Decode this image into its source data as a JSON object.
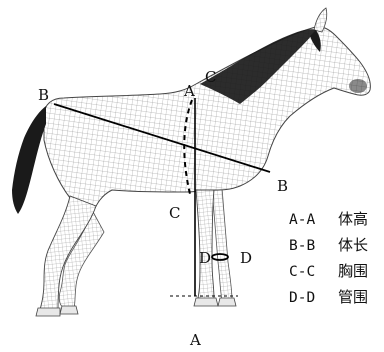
{
  "figure": {
    "labels": {
      "a_top": "A",
      "a_bottom": "A",
      "b_left": "B",
      "b_right": "B",
      "c_top": "C",
      "c_bottom": "C",
      "d_left": "D",
      "d_right": "D"
    },
    "legend": [
      {
        "code": "A-A",
        "term": "体高"
      },
      {
        "code": "B-B",
        "term": "体长"
      },
      {
        "code": "C-C",
        "term": "胸围"
      },
      {
        "code": "D-D",
        "term": "管围"
      }
    ],
    "colors": {
      "mesh_line": "#6b6b6b",
      "mane_tail": "#1a1a1a",
      "measure_line": "#000000"
    }
  }
}
